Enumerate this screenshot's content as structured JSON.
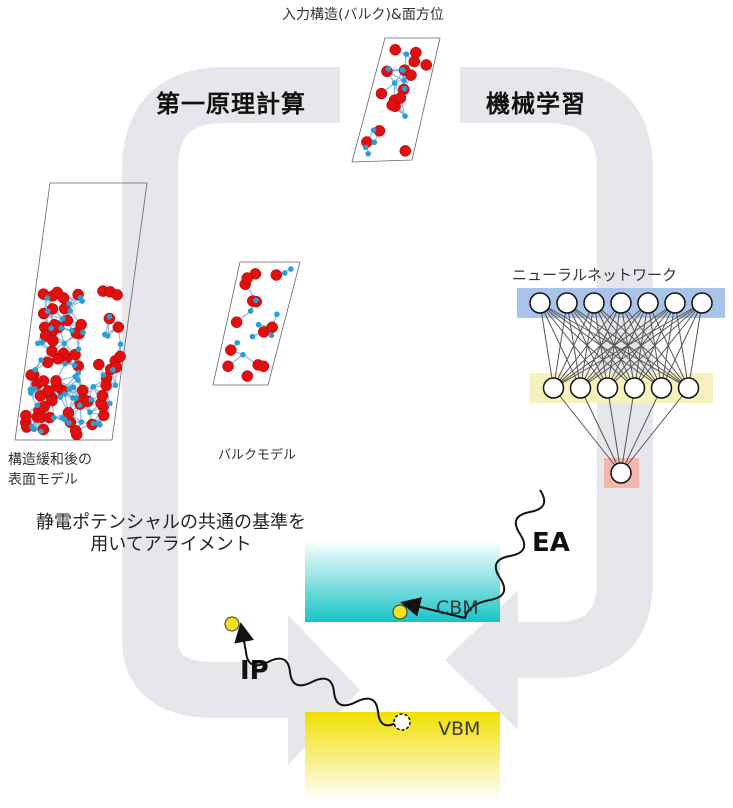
{
  "title_input": "入力構造(バルク)&面方位",
  "label_dft": "第一原理計算",
  "label_ml": "機械学習",
  "label_nn": "ニューラルネットワーク",
  "label_bulk": "バルクモデル",
  "label_surface": "構造緩和後の\n表面モデル",
  "label_alignment": "静電ポテンシャルの共通の基準を\n用いてアライメント",
  "label_ea": "EA",
  "label_ip": "IP",
  "label_cbm": "CBM",
  "label_vbm": "VBM",
  "colors": {
    "arrow": "#e6e7eb",
    "atom_large": "#e01010",
    "atom_small": "#2a9fd6",
    "cbm_band": "#1fc6c8",
    "vbm_band": "#f2e000",
    "nn_input_layer": "#a9c4ea",
    "nn_hidden_layer": "#f6f1bd",
    "nn_output_layer": "#f5b6ae",
    "electron": "#f5e21a"
  },
  "nn_layers": [
    7,
    6,
    1
  ]
}
